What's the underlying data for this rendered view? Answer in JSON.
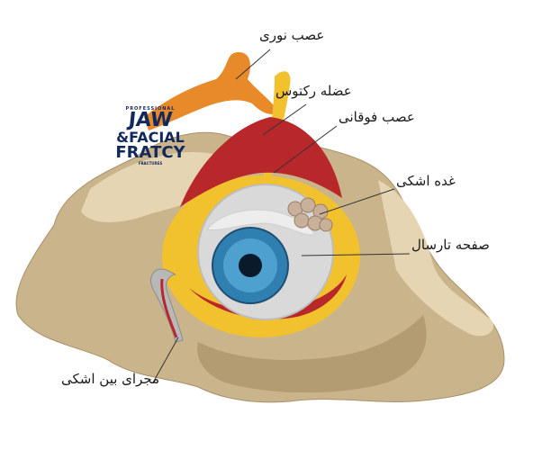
{
  "labels": {
    "optic_nerve": "عصب نوری",
    "rectus_muscle": "عضله رکتوس",
    "superior_nerve": "عصب فوقانی",
    "lacrimal_gland": "غده اشکی",
    "tarsal_plate": "صفحه تارسال",
    "nasolacrimal_duct": "مجرای بین اشکی"
  },
  "logo": {
    "top": "PROFESSIONAL",
    "line1": "JAW",
    "line2": "&FACIAL",
    "line3": "FRATCY",
    "bottom": "FRACTURES"
  },
  "colors": {
    "bone": "#c9b48c",
    "bone_light": "#e6d5b3",
    "fat": "#f2c12e",
    "muscle": "#b8282b",
    "eye_white": "#d9d9d9",
    "iris": "#2f7fb0",
    "nerve": "#e8892a",
    "text": "#1a1a1a"
  }
}
